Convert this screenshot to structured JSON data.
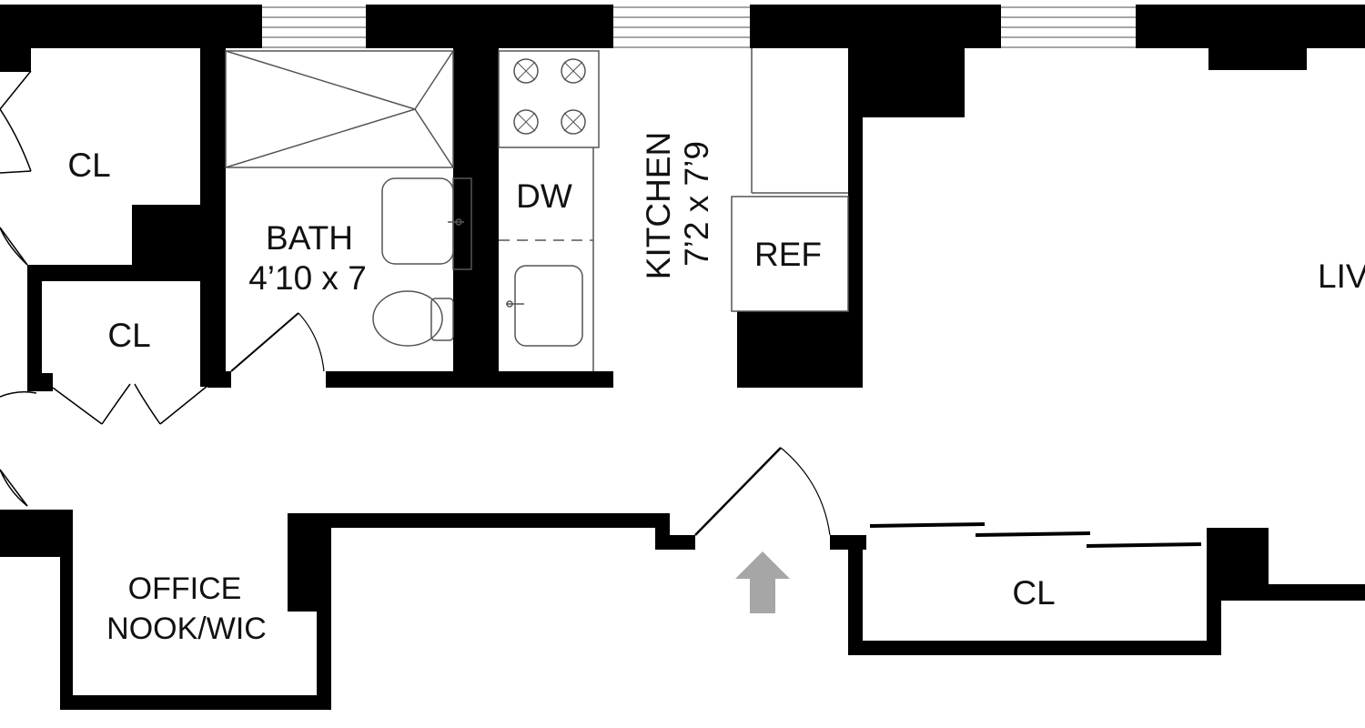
{
  "rooms": {
    "closet_top_left": "CL",
    "closet_left_lower": "CL",
    "bath_name": "BATH",
    "bath_size": "4’10 x 7",
    "dishwasher": "DW",
    "kitchen_name": "KITCHEN",
    "kitchen_size": "7’2 x 7’9",
    "refrigerator": "REF",
    "living_partial": "LIV",
    "office_line1": "OFFICE",
    "office_line2": "NOOK/WIC",
    "closet_bottom_right": "CL"
  },
  "entry_arrow": {
    "icon": "up-arrow-icon",
    "color": "#a6a6a6"
  },
  "colors": {
    "wall": "#000000",
    "fixture_line": "#444444",
    "background": "#ffffff"
  }
}
